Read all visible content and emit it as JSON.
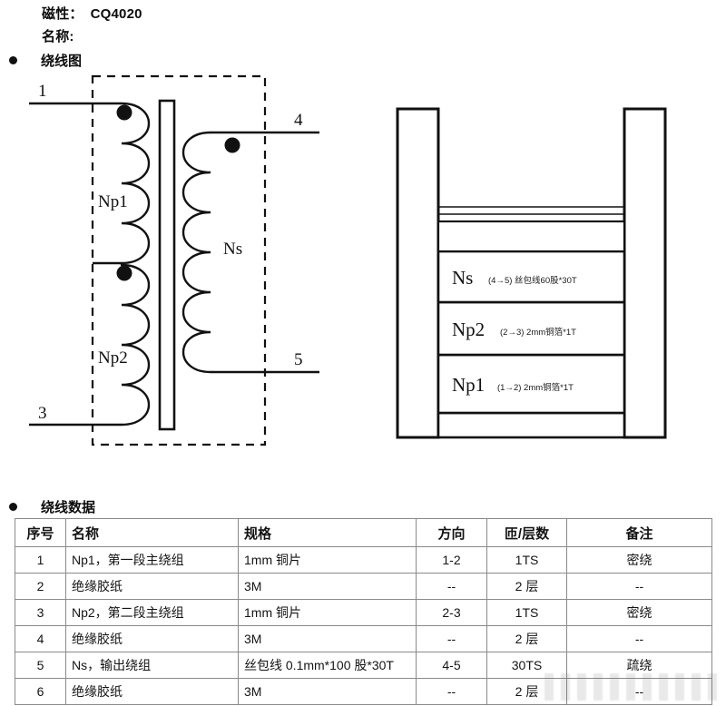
{
  "header": {
    "magnetic_label": "磁性：",
    "magnetic_value": "CQ4020",
    "name_label": "名称:",
    "section_winding_diagram": "绕线图",
    "section_winding_data": "绕线数据"
  },
  "schematic": {
    "primary_upper_label": "Np1",
    "primary_lower_label": "Np2",
    "secondary_label": "Ns",
    "terminal_1": "1",
    "terminal_3": "3",
    "terminal_4": "4",
    "terminal_5": "5"
  },
  "bobbin": {
    "layers": [
      {
        "name": "Ns",
        "note": "(4→5) 丝包线60股*30T"
      },
      {
        "name": "Np2",
        "note": "(2→3) 2mm铜箔*1T"
      },
      {
        "name": "Np1",
        "note": "(1→2) 2mm铜箔*1T"
      }
    ]
  },
  "table": {
    "columns": [
      "序号",
      "名称",
      "规格",
      "方向",
      "匝/层数",
      "备注"
    ],
    "rows": [
      {
        "no": "1",
        "name": "Np1，第一段主绕组",
        "spec": "1mm 铜片",
        "dir": "1-2",
        "turns": "1TS",
        "note": "密绕"
      },
      {
        "no": "2",
        "name": "绝缘胶纸",
        "spec": "3M",
        "dir": "--",
        "turns": "2 层",
        "note": "--"
      },
      {
        "no": "3",
        "name": "Np2，第二段主绕组",
        "spec": "1mm 铜片",
        "dir": "2-3",
        "turns": "1TS",
        "note": "密绕"
      },
      {
        "no": "4",
        "name": "绝缘胶纸",
        "spec": "3M",
        "dir": "--",
        "turns": "2 层",
        "note": "--"
      },
      {
        "no": "5",
        "name": "Ns，输出绕组",
        "spec": "丝包线 0.1mm*100 股*30T",
        "dir": "4-5",
        "turns": "30TS",
        "note": "疏绕"
      },
      {
        "no": "6",
        "name": "绝缘胶纸",
        "spec": "3M",
        "dir": "--",
        "turns": "2 层",
        "note": "--"
      }
    ]
  },
  "colors": {
    "ink": "#111111",
    "table_border": "#8a8a8a",
    "page_bg": "#ffffff"
  }
}
